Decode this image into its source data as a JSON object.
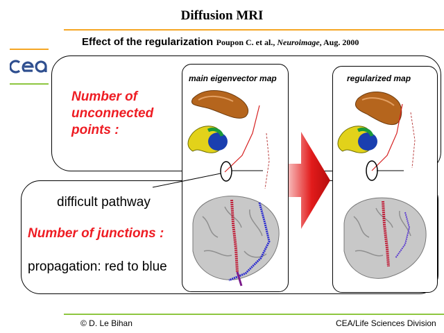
{
  "slide": {
    "title": "Diffusion MRI",
    "subtitle": {
      "main": "Effect of the regularization",
      "citation_authors": "Poupon C. et al.,",
      "citation_journal": "Neuroimage",
      "citation_date": ", Aug. 2000"
    },
    "logo_text": "cea",
    "text_unconnected": "Number of unconnected points :",
    "text_difficult": "difficult pathway",
    "text_junctions": "Number of junctions :",
    "text_propagation": "propagation: red to blue",
    "panel_left_title": "main eigenvector map",
    "panel_right_title": "regularized map",
    "footer_left": "© D. Le Bihan",
    "footer_right": "CEA/Life Sciences Division"
  },
  "colors": {
    "accent_orange": "#f5a623",
    "accent_green": "#8dc63f",
    "emphasis_red": "#ee1c23",
    "logo_blue": "#2f4f8f"
  },
  "icons": [
    "cea-logo",
    "brain-fibers-image",
    "transition-arrow"
  ]
}
